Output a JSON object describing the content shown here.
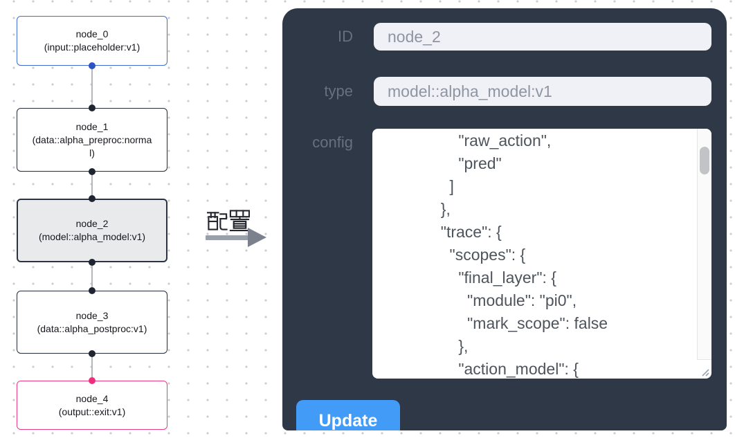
{
  "canvas": {
    "nodes": [
      {
        "title": "node_0",
        "subtitle": "(input::placeholder:v1)"
      },
      {
        "title": "node_1",
        "subtitle": "(data::alpha_preproc:normal)"
      },
      {
        "title": "node_2",
        "subtitle": "(model::alpha_model:v1)"
      },
      {
        "title": "node_3",
        "subtitle": "(data::alpha_postproc:v1)"
      },
      {
        "title": "node_4",
        "subtitle": "(output::exit:v1)"
      }
    ]
  },
  "arrow": {
    "label": "配置"
  },
  "panel": {
    "id_field": {
      "label": "ID",
      "value": "node_2"
    },
    "type_field": {
      "label": "type",
      "value": "model::alpha_model:v1"
    },
    "config_field": {
      "label": "config",
      "lines": [
        "      \"raw_action\",",
        "      \"pred\"",
        "    ]",
        "  },",
        "  \"trace\": {",
        "    \"scopes\": {",
        "      \"final_layer\": {",
        "        \"module\": \"pi0\",",
        "        \"mark_scope\": false",
        "      },",
        "      \"action_model\": {"
      ]
    },
    "update_button": {
      "label": "Update"
    }
  },
  "colors": {
    "panel_bg": "#2e3847",
    "button_blue": "#429bf7",
    "input_bg": "#f0f1f6",
    "node_input_border": "#3e6cd3",
    "node_default_border": "#232937",
    "node_output_border": "#ea3a86",
    "selected_node_bg": "#e9eaeb",
    "handle_dark": "#1e2430",
    "handle_blue": "#2d52c5",
    "handle_pink": "#ee2f7f"
  }
}
